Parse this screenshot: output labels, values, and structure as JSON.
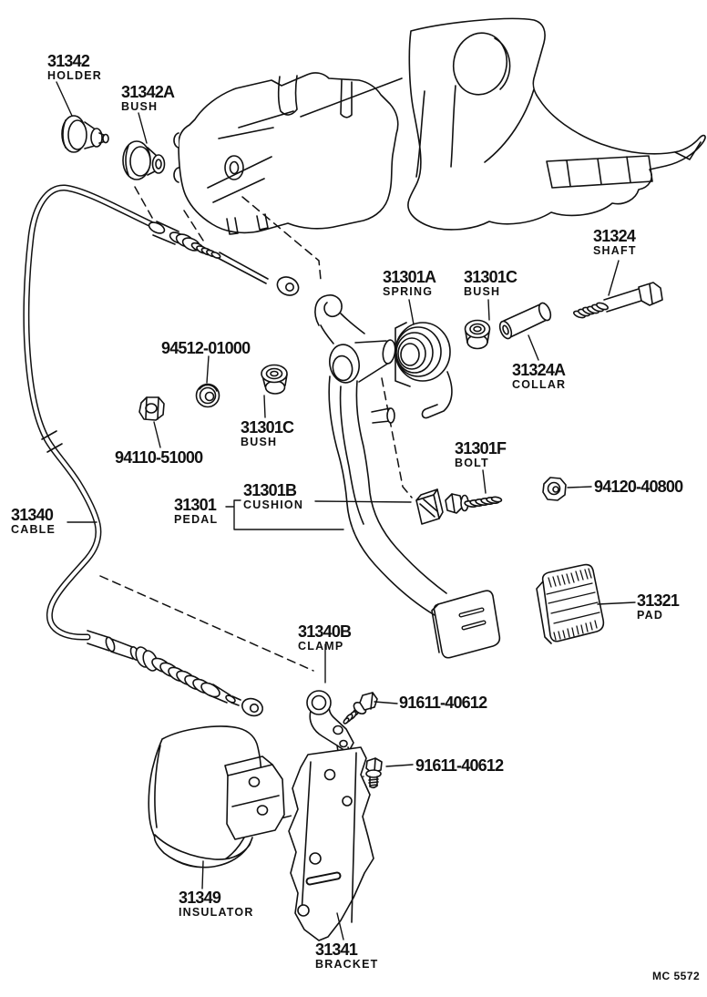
{
  "figure": {
    "code": "MC 5572"
  },
  "labels": {
    "l31342": {
      "number": "31342",
      "name": "HOLDER"
    },
    "l31342a": {
      "number": "31342A",
      "name": "BUSH"
    },
    "l31324": {
      "number": "31324",
      "name": "SHAFT"
    },
    "l31301a": {
      "number": "31301A",
      "name": "SPRING"
    },
    "l31301c_upper": {
      "number": "31301C",
      "name": "BUSH"
    },
    "l31324a": {
      "number": "31324A",
      "name": "COLLAR"
    },
    "l94512": {
      "number": "94512-01000"
    },
    "l31301c_left": {
      "number": "31301C",
      "name": "BUSH"
    },
    "l94110": {
      "number": "94110-51000"
    },
    "l31301f": {
      "number": "31301F",
      "name": "BOLT"
    },
    "l31301b": {
      "number": "31301B",
      "name": "CUSHION"
    },
    "l31301": {
      "number": "31301",
      "name": "PEDAL"
    },
    "l94120": {
      "number": "94120-40800"
    },
    "l31340": {
      "number": "31340",
      "name": "CABLE"
    },
    "l31321": {
      "number": "31321",
      "name": "PAD"
    },
    "l31340b": {
      "number": "31340B",
      "name": "CLAMP"
    },
    "l91611_1": {
      "number": "91611-40612"
    },
    "l91611_2": {
      "number": "91611-40612"
    },
    "l31349": {
      "number": "31349",
      "name": "INSULATOR"
    },
    "l31341": {
      "number": "31341",
      "name": "BRACKET"
    }
  }
}
